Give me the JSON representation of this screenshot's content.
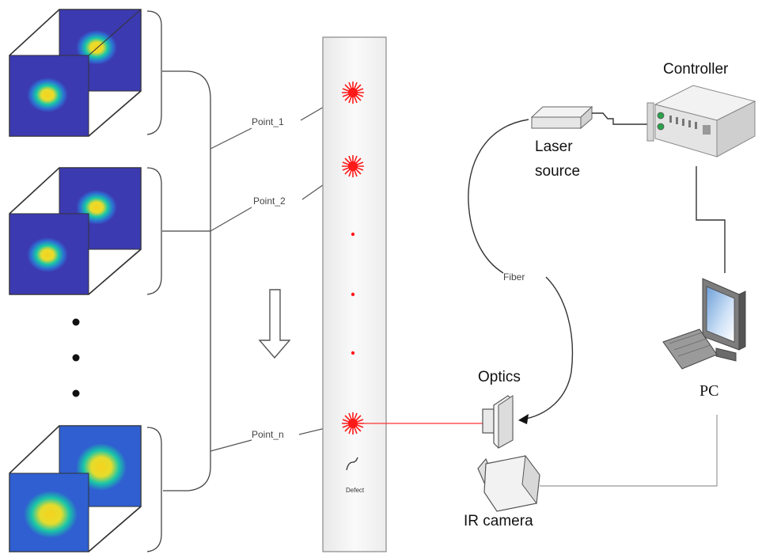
{
  "labels": {
    "point_1": "Point_1",
    "point_2": "Point_2",
    "point_n": "Point_n",
    "defect": "Defect",
    "controller": "Controller",
    "laser_source_line1": "Laser",
    "laser_source_line2": "source",
    "fiber": "Fiber",
    "optics": "Optics",
    "pc": "PC",
    "ir_camera": "IR camera"
  },
  "icons": {
    "laser_spot": "laser-burst-icon",
    "controller": "controller-rack-icon",
    "laser_source": "laser-source-box-icon",
    "pc": "desktop-computer-icon",
    "optics": "optics-lens-icon",
    "ir_camera": "ir-camera-icon",
    "scan_direction": "down-arrow-icon"
  },
  "colors": {
    "laser": "#ff1a1a",
    "heat_low": "#3c3ab0",
    "heat_mid": "#19c6a8",
    "heat_high": "#f5d21f",
    "line": "#555555"
  }
}
